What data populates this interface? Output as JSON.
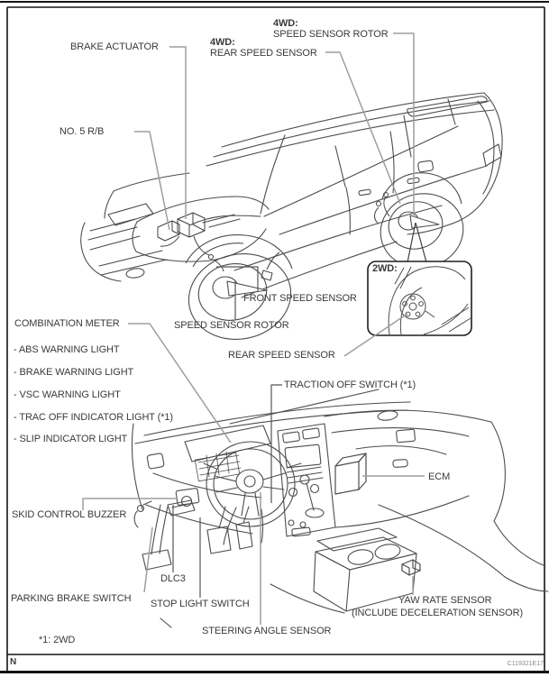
{
  "page": {
    "corner_mark": "N",
    "figure_code": "C119321E17",
    "footnote": "*1: 2WD"
  },
  "vehicle_section": {
    "labels": {
      "brake_actuator": "BRAKE ACTUATOR",
      "no5_rb": "NO. 5 R/B",
      "rotor_4wd_prefix": "4WD:",
      "rotor_4wd": "SPEED SENSOR ROTOR",
      "rear_sensor_4wd_prefix": "4WD:",
      "rear_sensor_4wd": "REAR SPEED SENSOR",
      "front_speed_sensor": "FRONT SPEED SENSOR",
      "speed_sensor_rotor": "SPEED SENSOR ROTOR",
      "rear_speed_sensor": "REAR SPEED SENSOR",
      "inset_2wd": "2WD:"
    }
  },
  "interior_section": {
    "combination_meter": {
      "title": "COMBINATION METER",
      "items": [
        "- ABS WARNING LIGHT",
        "- BRAKE WARNING LIGHT",
        "- VSC WARNING LIGHT",
        "- TRAC OFF INDICATOR LIGHT (*1)",
        "- SLIP INDICATOR LIGHT"
      ]
    },
    "labels": {
      "traction_off_switch": "TRACTION OFF SWITCH (*1)",
      "ecm": "ECM",
      "skid_control_buzzer": "SKID CONTROL BUZZER",
      "parking_brake_switch": "PARKING BRAKE SWITCH",
      "dlc3": "DLC3",
      "stop_light_switch": "STOP LIGHT SWITCH",
      "steering_angle_sensor": "STEERING ANGLE SENSOR",
      "yaw_rate_sensor_line1": "YAW RATE SENSOR",
      "yaw_rate_sensor_line2": "(INCLUDE DECELERATION SENSOR)"
    }
  },
  "colors": {
    "line_art": "#4d4d4d",
    "leader_gray": "#9e9e9e",
    "leader_dark": "#555555",
    "text": "#3a3a3a",
    "frame": "#141414"
  }
}
